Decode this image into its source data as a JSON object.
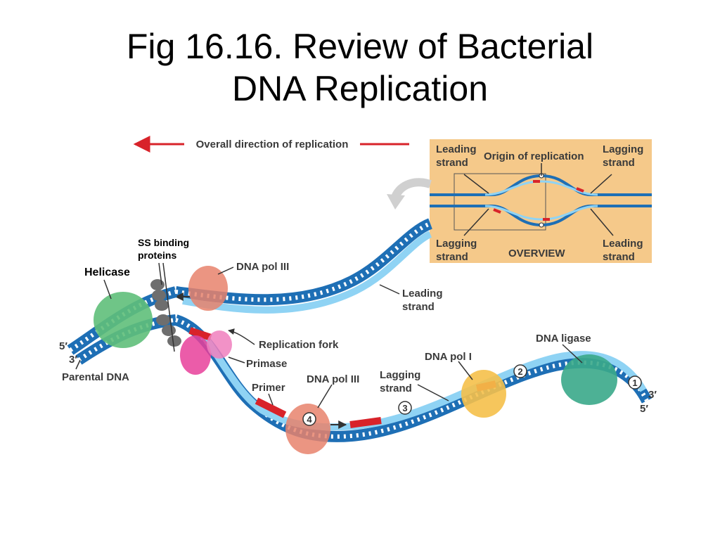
{
  "title": {
    "line1": "Fig 16.16. Review of Bacterial",
    "line2": "DNA Replication"
  },
  "labels": {
    "overall_direction": "Overall direction of replication",
    "ss_binding_1": "SS binding",
    "ss_binding_2": "proteins",
    "helicase": "Helicase",
    "dna_pol_iii_top": "DNA pol III",
    "leading_strand_1": "Leading",
    "leading_strand_2": "strand",
    "replication_fork": "Replication fork",
    "primase": "Primase",
    "parental_dna": "Parental DNA",
    "primer": "Primer",
    "dna_pol_iii_bottom": "DNA pol III",
    "lagging_strand_1": "Lagging",
    "lagging_strand_2": "strand",
    "dna_pol_i": "DNA pol I",
    "dna_ligase": "DNA ligase",
    "five_prime_left": "5′",
    "three_prime_left": "3′",
    "three_prime_right": "3′",
    "five_prime_right": "5′"
  },
  "steps": [
    "1",
    "2",
    "3",
    "4"
  ],
  "overview": {
    "leading_strand_tl_1": "Leading",
    "leading_strand_tl_2": "strand",
    "origin": "Origin of replication",
    "lagging_strand_tr_1": "Lagging",
    "lagging_strand_tr_2": "strand",
    "lagging_strand_bl_1": "Lagging",
    "lagging_strand_bl_2": "strand",
    "overview_label": "OVERVIEW",
    "leading_strand_br_1": "Leading",
    "leading_strand_br_2": "strand"
  },
  "colors": {
    "parental_strand": "#1e6fb5",
    "new_strand": "#8fd3f4",
    "primer": "#d8232a",
    "arrow_red": "#d8232a",
    "helicase": "#5fbf7a",
    "primase": "#e8409a",
    "dna_pol_iii": "#e8836c",
    "dna_pol_i": "#f5c04a",
    "dna_ligase": "#3aa88a",
    "overview_bg": "#f5c98a",
    "ss_binding": "#6e6e6e"
  }
}
